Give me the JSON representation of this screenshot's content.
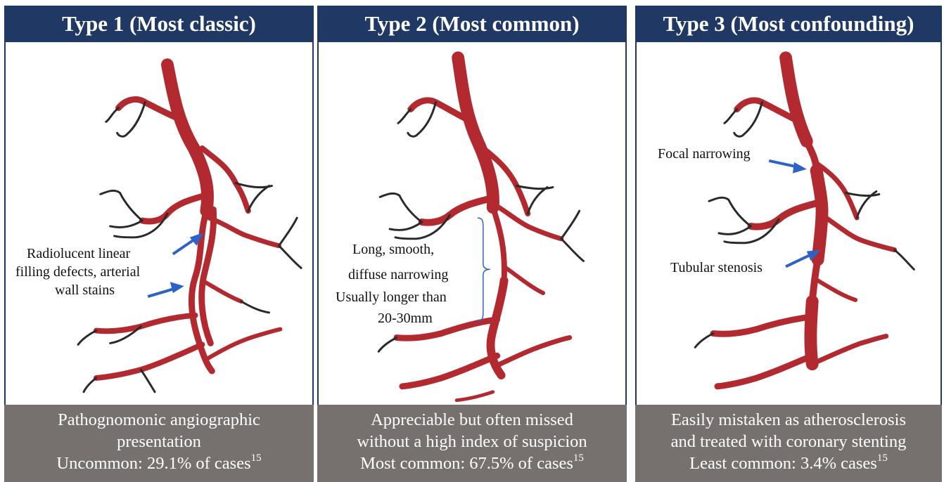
{
  "panels": [
    {
      "title": "Type 1 (Most classic)",
      "labels": [
        "Radiolucent linear",
        "filling defects, arterial",
        "wall stains"
      ],
      "footer": [
        "Pathognomonic angiographic",
        "presentation",
        "Uncommon:  29.1% of cases"
      ],
      "ref": "15"
    },
    {
      "title": "Type 2 (Most common)",
      "labels": [
        "Long,  smooth,",
        "diffuse narrowing",
        "Usually longer than",
        "20-30mm"
      ],
      "footer": [
        "Appreciable but often missed",
        "without a high index of suspicion",
        "Most common: 67.5% of cases"
      ],
      "ref": "15"
    },
    {
      "title": "Type 3 (Most confounding)",
      "labels": [
        "Focal narrowing",
        "Tubular stenosis"
      ],
      "footer": [
        "Easily mistaken as atherosclerosis",
        "and treated with coronary stenting",
        "Least common: 3.4% cases"
      ],
      "ref": "15"
    }
  ],
  "colors": {
    "header_bg": "#1f3864",
    "footer_bg": "#76716e",
    "vessel": "#b22a2f",
    "arrow": "#2e62c7"
  }
}
